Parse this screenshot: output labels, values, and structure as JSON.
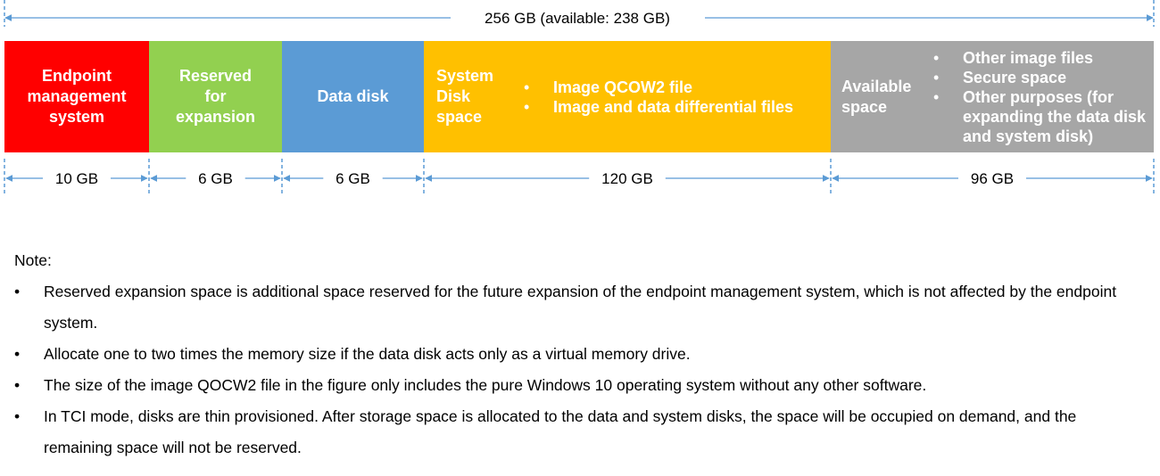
{
  "colors": {
    "dimension_line": "#5b9bd5",
    "segment_text": "#ffffff"
  },
  "total": {
    "label": "256 GB (available: 238 GB)"
  },
  "segments": [
    {
      "id": "endpoint",
      "label_lines": [
        "Endpoint",
        "management",
        "system"
      ],
      "size": "10 GB",
      "size_gb": 10,
      "color": "#ff0000"
    },
    {
      "id": "reserved",
      "label_lines": [
        "Reserved",
        "for",
        "expansion"
      ],
      "size": "6 GB",
      "size_gb": 6,
      "color": "#92d050"
    },
    {
      "id": "data",
      "label_lines": [
        "Data disk"
      ],
      "size": "6 GB",
      "size_gb": 6,
      "color": "#5b9bd5"
    },
    {
      "id": "system",
      "label_lines": [
        "System",
        "Disk",
        "space"
      ],
      "size": "120 GB",
      "size_gb": 120,
      "color": "#ffc000",
      "bullets": [
        "Image QCOW2 file",
        "Image and data differential files"
      ]
    },
    {
      "id": "available",
      "label_lines": [
        "Available",
        "space"
      ],
      "size": "96 GB",
      "size_gb": 96,
      "color": "#a6a6a6",
      "bullets": [
        "Other image files",
        "Secure space",
        "Other purposes (for expanding the data disk and system disk)"
      ]
    }
  ],
  "note": {
    "title": "Note:",
    "bullet_symbol": "•",
    "items": [
      "Reserved expansion space is additional space reserved for the future expansion of the endpoint management system, which is not affected by the endpoint system.",
      "Allocate one to two times the memory size if the data disk acts only as a virtual memory drive.",
      "The size of the image QOCW2 file in the figure only includes the pure Windows 10 operating system without any other software.",
      "In TCI mode, disks are thin provisioned. After storage space is allocated to the data and system disks, the space will be occupied on demand, and the remaining space will not be reserved."
    ]
  }
}
